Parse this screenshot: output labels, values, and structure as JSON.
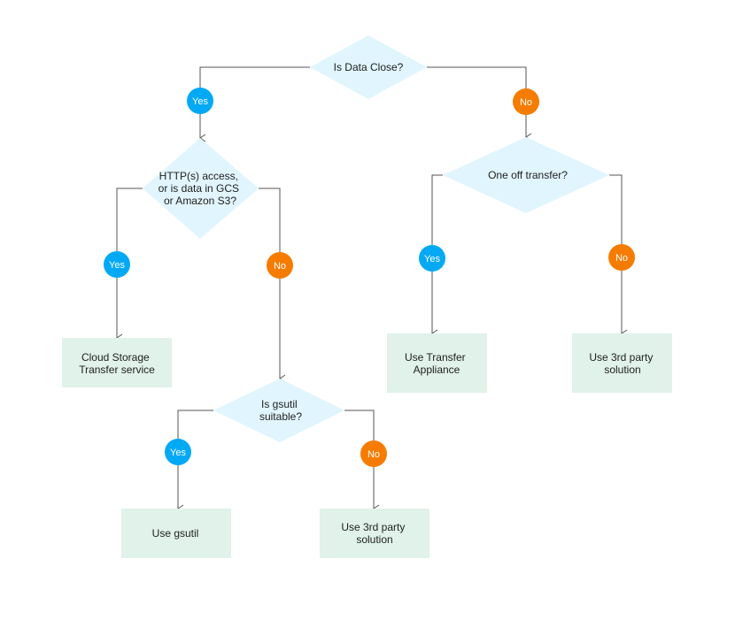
{
  "diagram": {
    "colors": {
      "decision_fill": "#e1f5fe",
      "outcome_fill": "#e0f2e9",
      "yes_badge": "#03a9f4",
      "no_badge": "#f57c00",
      "connector": "#555555",
      "text": "#212121"
    },
    "decisions": {
      "data_close": {
        "lines": [
          "Is Data Close?"
        ]
      },
      "http_access": {
        "lines": [
          "HTTP(s) access,",
          "or is data in GCS",
          "or Amazon S3?"
        ]
      },
      "one_off": {
        "lines": [
          "One off transfer?"
        ]
      },
      "gsutil_suitable": {
        "lines": [
          "Is gsutil",
          "suitable?"
        ]
      }
    },
    "outcomes": {
      "cloud_storage_transfer": {
        "lines": [
          "Cloud Storage",
          "Transfer service"
        ]
      },
      "transfer_appliance": {
        "lines": [
          "Use Transfer",
          "Appliance"
        ]
      },
      "third_party_right": {
        "lines": [
          "Use 3rd party",
          "solution"
        ]
      },
      "use_gsutil": {
        "lines": [
          "Use gsutil"
        ]
      },
      "third_party_bottom": {
        "lines": [
          "Use 3rd party",
          "solution"
        ]
      }
    },
    "badges": {
      "yes": "Yes",
      "no": "No"
    }
  }
}
